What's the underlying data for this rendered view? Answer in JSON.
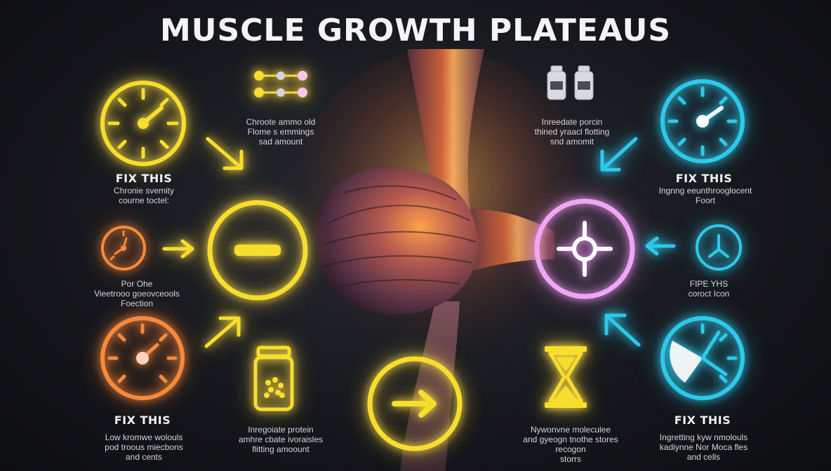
{
  "title": "MUSCLE GROWTH PLATEAUS",
  "colors": {
    "yellow": "#f7dd2c",
    "orange": "#f58a3c",
    "cyan": "#2ec9ea",
    "pink": "#f0a6f4",
    "background": "#17181d"
  },
  "left_top": {
    "heading": "FIX THIS",
    "caption": "Chronie svemity\ncourne toctel:",
    "icon": "gauge-clock-icon"
  },
  "left_middle": {
    "caption": "Por Ohe\nVieetrooo goeovceools\nFoection",
    "icon": "stopwatch-icon"
  },
  "left_bottom": {
    "heading": "FIX THIS",
    "caption": "Low kromwe wolouls\npod troous miecbons\nand cents",
    "icon": "speedometer-icon"
  },
  "top_left_center": {
    "caption": "Chroote ammo old\nFlome s emmings\nsad amount",
    "icon": "molecule-chain-icon"
  },
  "top_right_center": {
    "caption": "Inreedate porcin\nthined yraacl flotting\nsnd amomit",
    "icon": "supplement-bottles-icon"
  },
  "right_top": {
    "heading": "FIX THIS",
    "caption": "Ingnng eeunthrooglocent\nFoort",
    "icon": "gauge-clock-icon"
  },
  "right_middle": {
    "caption": "FIPE YHS\ncoroct Icon",
    "icon": "timer-icon"
  },
  "right_bottom": {
    "heading": "FIX THIS",
    "caption": "Ingretting kyw nmolouls\nkadiynne Nor Moca  fles\nand cells",
    "icon": "clock-dial-icon"
  },
  "bottom_left_center": {
    "caption": "Inregoiate protein\namhre cbate ivoraisles\nflitting amoount",
    "icon": "supplement-jar-icon"
  },
  "bottom_right_center": {
    "caption": "Nywonvne moleculee\nand gyeogn tnothe stores\nrecogon\nstorrs",
    "icon": "hourglass-icon"
  },
  "center": {
    "minus_icon": "minus-circle-icon",
    "target_icon": "crosshair-circle-icon",
    "arrow_icon": "arrow-right-circle-icon",
    "illustration": "muscle-illustration"
  }
}
